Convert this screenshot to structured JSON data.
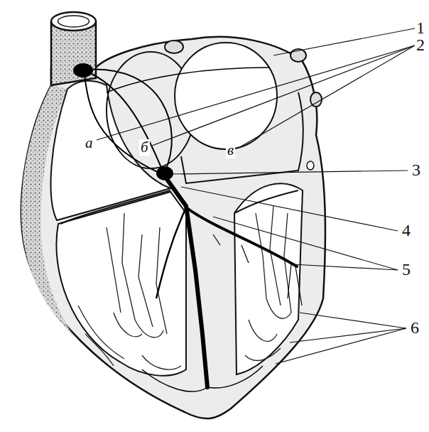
{
  "diagram": {
    "labels": [
      "1",
      "2",
      "3",
      "4",
      "5",
      "6",
      "а",
      "б",
      "в"
    ]
  }
}
